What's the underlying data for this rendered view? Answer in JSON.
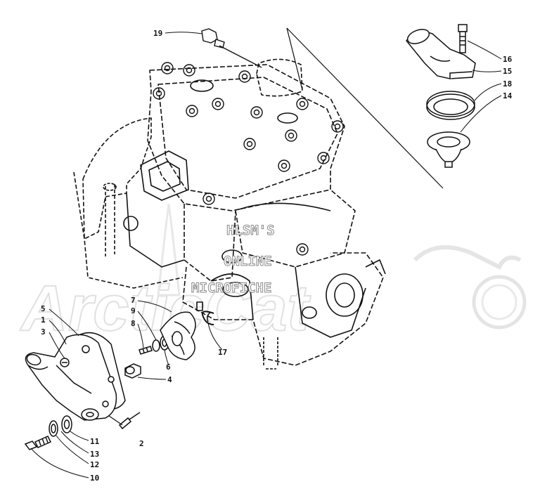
{
  "callouts": {
    "c1": "1",
    "c2": "2",
    "c3": "3",
    "c4": "4",
    "c5": "5",
    "c6": "6",
    "c7": "7",
    "c8": "8",
    "c9": "9",
    "c10": "10",
    "c11": "11",
    "c12": "12",
    "c13": "13",
    "c14": "14",
    "c15": "15",
    "c16": "16",
    "c17": "17",
    "c18": "18",
    "c19": "19"
  },
  "watermark": {
    "line1": "HLSM'S",
    "line2": "ONLINE",
    "line3": "MICROFICHE",
    "logo_text": "ArcticCat"
  }
}
